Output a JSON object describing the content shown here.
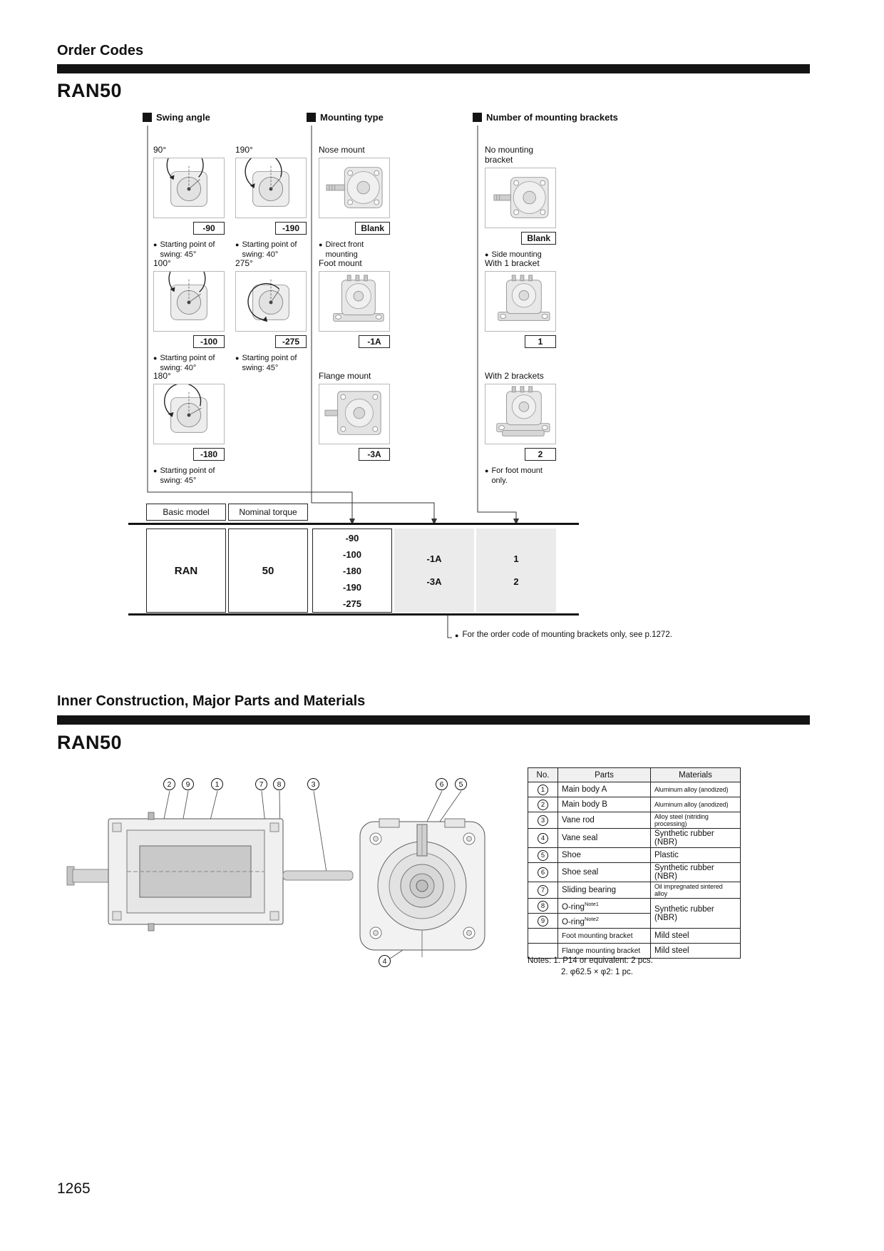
{
  "page_number": "1265",
  "order_codes": {
    "title": "Order Codes",
    "model": "RAN50",
    "swing": {
      "header": "Swing angle",
      "items": [
        {
          "angle": "90°",
          "code": "-90",
          "note": "Starting point of swing: 45°"
        },
        {
          "angle": "190°",
          "code": "-190",
          "note": "Starting point of swing: 40°"
        },
        {
          "angle": "100°",
          "code": "-100",
          "note": "Starting point of swing: 40°"
        },
        {
          "angle": "275°",
          "code": "-275",
          "note": "Starting point of swing: 45°"
        },
        {
          "angle": "180°",
          "code": "-180",
          "note": "Starting point of swing: 45°"
        }
      ]
    },
    "mounting": {
      "header": "Mounting type",
      "items": [
        {
          "label": "Nose mount",
          "code": "Blank",
          "note": "Direct front mounting"
        },
        {
          "label": "Foot mount",
          "code": "-1A",
          "note": ""
        },
        {
          "label": "Flange mount",
          "code": "-3A",
          "note": ""
        }
      ]
    },
    "brackets": {
      "header": "Number of mounting brackets",
      "items": [
        {
          "label": "No mounting bracket",
          "code": "Blank",
          "note": "Side mounting"
        },
        {
          "label": "With 1 bracket",
          "code": "1",
          "note": ""
        },
        {
          "label": "With 2 brackets",
          "code": "2",
          "note": "For foot mount only."
        }
      ]
    },
    "code_table": {
      "basic_model_label": "Basic model",
      "nominal_torque_label": "Nominal torque",
      "basic_model": "RAN",
      "nominal_torque": "50",
      "swing_codes": [
        "-90",
        "-100",
        "-180",
        "-190",
        "-275"
      ],
      "mount_codes": [
        "-1A",
        "-3A"
      ],
      "bracket_codes": [
        "1",
        "2"
      ]
    },
    "footnote": "For the order code of mounting brackets only, see p.1272."
  },
  "inner_construction": {
    "title": "Inner Construction, Major Parts and Materials",
    "model": "RAN50",
    "callouts": {
      "c1": "1",
      "c2": "2",
      "c3": "3",
      "c4": "4",
      "c5": "5",
      "c6": "6",
      "c7": "7",
      "c8": "8",
      "c9": "9"
    },
    "parts_table": {
      "headers": {
        "no": "No.",
        "parts": "Parts",
        "materials": "Materials"
      },
      "rows": [
        {
          "no": "1",
          "part": "Main body A",
          "material": "Aluminum alloy (anodized)"
        },
        {
          "no": "2",
          "part": "Main body B",
          "material": "Aluminum alloy (anodized)"
        },
        {
          "no": "3",
          "part": "Vane rod",
          "material": "Alloy steel (nitriding processing)"
        },
        {
          "no": "4",
          "part": "Vane seal",
          "material": "Synthetic rubber (NBR)"
        },
        {
          "no": "5",
          "part": "Shoe",
          "material": "Plastic"
        },
        {
          "no": "6",
          "part": "Shoe seal",
          "material": "Synthetic rubber (NBR)"
        },
        {
          "no": "7",
          "part": "Sliding bearing",
          "material": "Oil impregnated sintered alloy"
        },
        {
          "no": "8",
          "part": "O-ring",
          "sup": "Note1",
          "material": "Synthetic rubber (NBR)"
        },
        {
          "no": "9",
          "part": "O-ring",
          "sup": "Note2",
          "material": ""
        },
        {
          "no": "",
          "part": "Foot mounting bracket",
          "material": "Mild steel"
        },
        {
          "no": "",
          "part": "Flange mounting bracket",
          "material": "Mild steel"
        }
      ]
    },
    "notes_line1": "Notes: 1. P14 or equivalent: 2 pcs.",
    "notes_line2": "2. φ62.5 × φ2: 1 pc."
  }
}
